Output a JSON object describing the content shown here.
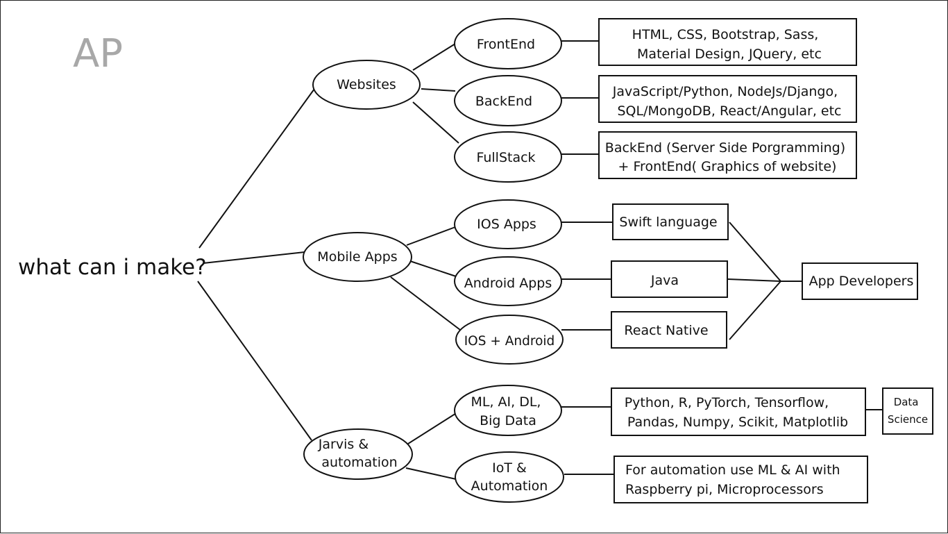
{
  "watermark": "AP",
  "root": "what can i make?",
  "categories": {
    "websites": "Websites",
    "mobile": "Mobile Apps",
    "jarvis": [
      "Jarvis &",
      "automation"
    ]
  },
  "subcategories": {
    "frontend": "FrontEnd",
    "backend": "BackEnd",
    "fullstack": "FullStack",
    "ios": "IOS Apps",
    "android": "Android Apps",
    "cross": "IOS + Android",
    "ml": [
      "ML, AI, DL,",
      "Big Data"
    ],
    "iot": [
      "IoT &",
      "Automation"
    ]
  },
  "details": {
    "frontend": [
      "HTML, CSS, Bootstrap, Sass,",
      "Material Design, JQuery, etc"
    ],
    "backend": [
      "JavaScript/Python, NodeJs/Django,",
      "SQL/MongoDB, React/Angular, etc"
    ],
    "fullstack": [
      "BackEnd (Server Side Porgramming)",
      "+ FrontEnd( Graphics of website)"
    ],
    "ios": "Swift language",
    "android": "Java",
    "cross": "React Native",
    "ml": [
      "Python, R, PyTorch, Tensorflow,",
      "Pandas, Numpy, Scikit, Matplotlib"
    ],
    "iot": [
      "For automation use ML & AI with",
      "Raspberry pi, Microprocessors"
    ]
  },
  "outcomes": {
    "app_developers": "App Developers",
    "data_science": [
      "Data",
      "Science"
    ]
  }
}
